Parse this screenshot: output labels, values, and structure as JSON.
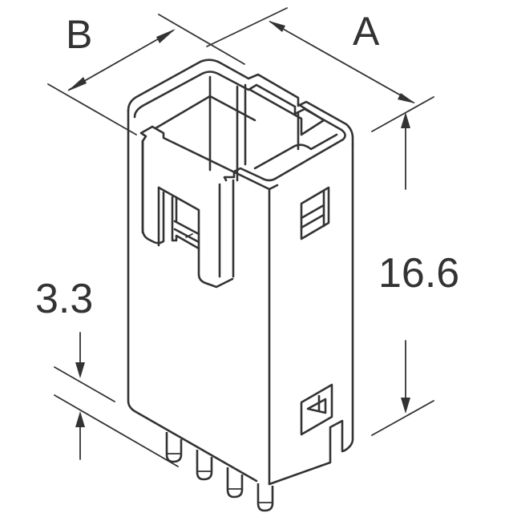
{
  "diagram": {
    "subject": "connector-housing-isometric",
    "line_color": "#333333",
    "background": "#ffffff",
    "dimensions": {
      "A": {
        "label": "A"
      },
      "B": {
        "label": "B"
      },
      "height": {
        "label": "16.6"
      },
      "pin_length": {
        "label": "3.3"
      }
    },
    "markings": {
      "pin1_marker": "triangle-marker",
      "pin_count_visible": 4
    }
  }
}
